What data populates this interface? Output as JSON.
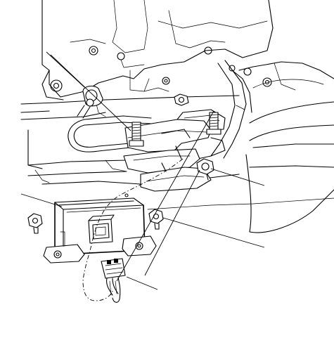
{
  "figure": {
    "description_free": true,
    "colors": {
      "ink": "#000000",
      "background": "#ffffff"
    },
    "callouts": [
      {
        "id": "upper-left-sensor-leader"
      },
      {
        "id": "right-mount-bolt-leader"
      },
      {
        "id": "module-housing-leader"
      },
      {
        "id": "module-bolt-leader"
      },
      {
        "id": "connector-leader"
      }
    ]
  }
}
